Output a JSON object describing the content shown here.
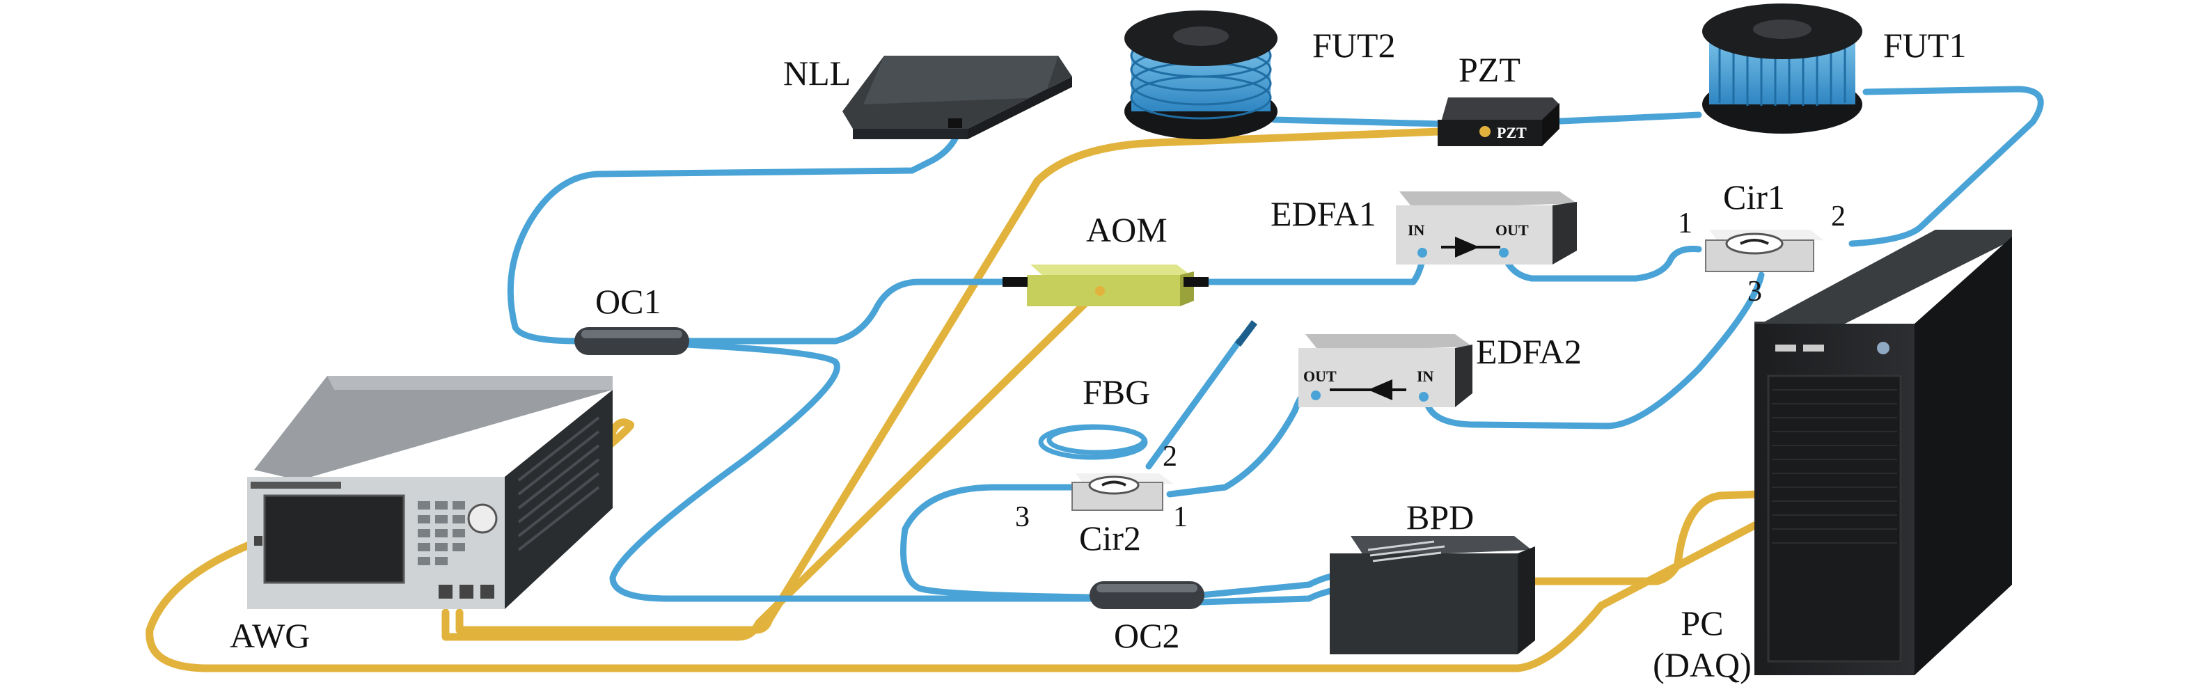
{
  "components": {
    "nll": "NLL",
    "fut2": "FUT2",
    "pzt": "PZT",
    "fut1": "FUT1",
    "edfa1": "EDFA1",
    "aom": "AOM",
    "cir1": "Cir1",
    "oc1": "OC1",
    "edfa2": "EDFA2",
    "fbg": "FBG",
    "cir2": "Cir2",
    "bpd": "BPD",
    "awg": "AWG",
    "oc2": "OC2",
    "pc": "PC",
    "pc_sub": "(DAQ)"
  },
  "ports": {
    "cir1": [
      "1",
      "2",
      "3"
    ],
    "cir2": [
      "2",
      "3",
      "1"
    ],
    "in": "IN",
    "out": "OUT",
    "pzt_tag": "PZT"
  },
  "colors": {
    "fiber": "#4aa3d6",
    "cable": "#e2b33c",
    "device_dark": "#2f3234",
    "device_light": "#dcdcdc",
    "aom_body": "#c7cf5c"
  }
}
